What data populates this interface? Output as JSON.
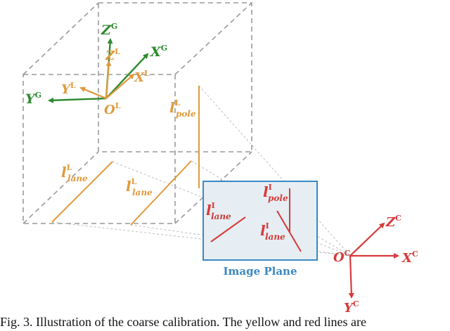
{
  "colors": {
    "global": "#2f8a2f",
    "lidar": "#e09a3c",
    "image": "#d63a3a",
    "camera": "#d63a3a",
    "plane_fill": "#e6eef3",
    "plane_stroke": "#3b88c2",
    "plane_title": "#3b88c2",
    "dash": "#9a9a9a",
    "ray": "#bdbdbd"
  },
  "global_frame": {
    "z": {
      "base": "Z",
      "sup": "G"
    },
    "x": {
      "base": "X",
      "sup": "G"
    },
    "y": {
      "base": "Y",
      "sup": "G"
    }
  },
  "lidar_frame": {
    "z": {
      "base": "Z",
      "sup": "L"
    },
    "x": {
      "base": "X",
      "sup": "L"
    },
    "y": {
      "base": "Y",
      "sup": "L"
    },
    "origin": {
      "base": "O",
      "sup": "L"
    }
  },
  "camera_frame": {
    "z": {
      "base": "Z",
      "sup": "C"
    },
    "x": {
      "base": "X",
      "sup": "C"
    },
    "y": {
      "base": "Y",
      "sup": "C"
    },
    "origin": {
      "base": "O",
      "sup": "C"
    }
  },
  "lidar_features": {
    "pole": {
      "base": "l",
      "sup": "L",
      "sub": "pole"
    },
    "lane1": {
      "base": "l",
      "sup": "L",
      "sub": "lane"
    },
    "lane2": {
      "base": "l",
      "sup": "L",
      "sub": "lane"
    }
  },
  "image_features": {
    "pole": {
      "base": "l",
      "sup": "I",
      "sub": "pole"
    },
    "lane1": {
      "base": "l",
      "sup": "I",
      "sub": "lane"
    },
    "lane2": {
      "base": "l",
      "sup": "I",
      "sub": "lane"
    }
  },
  "image_plane": {
    "title": "Image Plane"
  },
  "caption": "Fig. 3.   Illustration of the coarse calibration. The yellow and red lines are"
}
